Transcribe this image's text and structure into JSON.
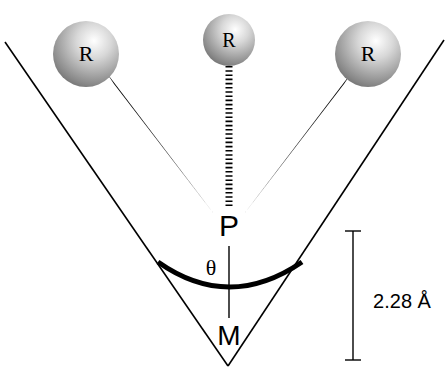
{
  "diagram": {
    "nodes": [
      {
        "text": [
          "R"
        ]
      },
      {
        "text": [
          "R"
        ]
      },
      {
        "text": [
          "R"
        ]
      }
    ],
    "labels": [
      "P",
      "θ",
      "M",
      "2.28 Å"
    ]
  }
}
